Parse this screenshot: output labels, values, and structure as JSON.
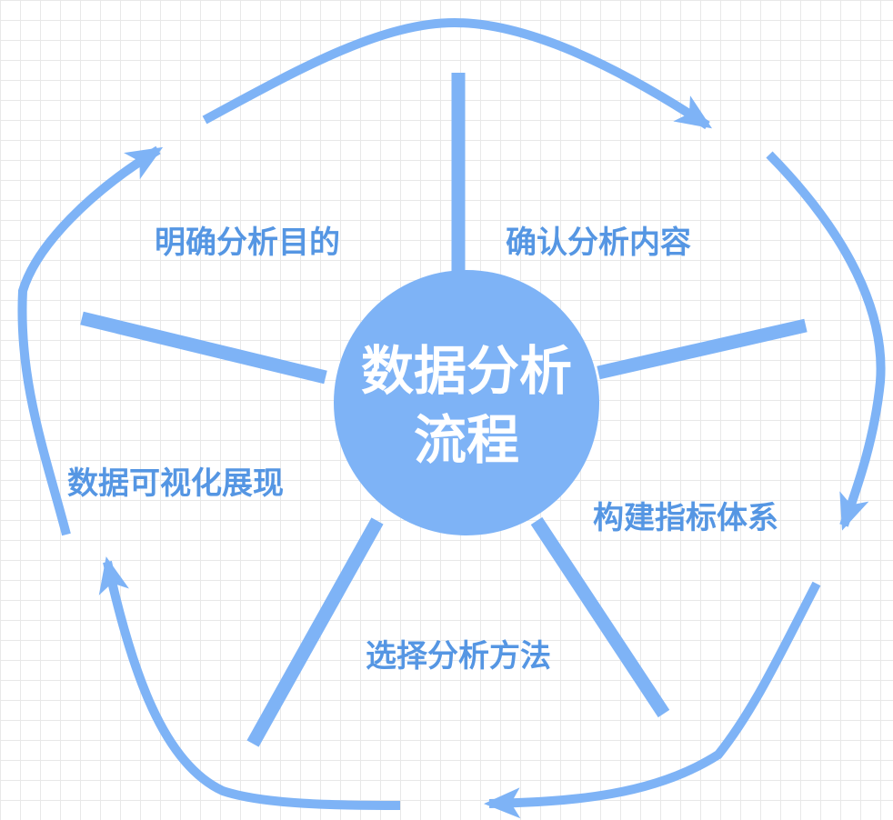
{
  "center": {
    "title_line1": "数据分析",
    "title_line2": "流程"
  },
  "steps": [
    {
      "label": "明确分析目的"
    },
    {
      "label": "确认分析内容"
    },
    {
      "label": "构建指标体系"
    },
    {
      "label": "选择分析方法"
    },
    {
      "label": "数据可视化展现"
    }
  ],
  "colors": {
    "accent": "#7eb3f6",
    "label_text": "#5596e3",
    "center_text": "#ffffff",
    "grid": "#e8e8e8"
  }
}
